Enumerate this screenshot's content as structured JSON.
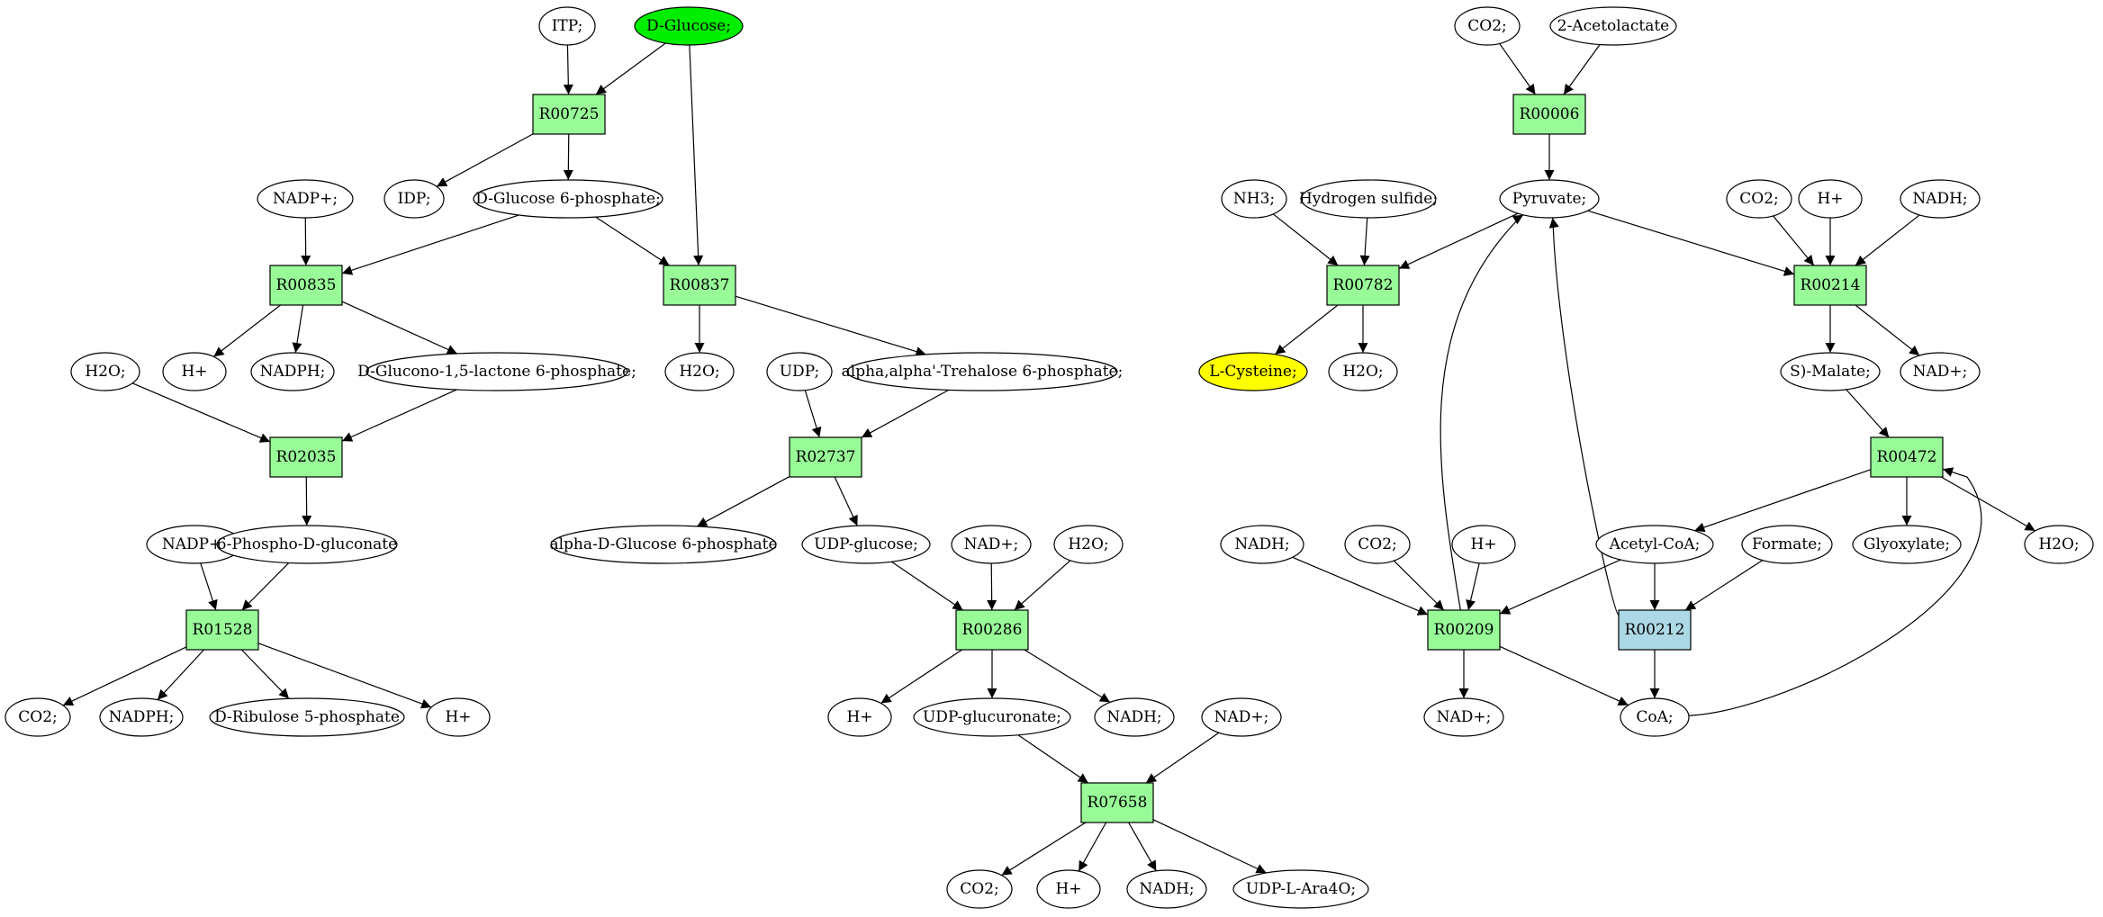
{
  "colors": {
    "reaction": "#98fb98",
    "reaction_alt": "#add8e6",
    "highlight_green": "#00ee00",
    "highlight_yellow": "#ffff00",
    "compound": "#ffffff",
    "stroke": "#000000"
  },
  "nodes": [
    {
      "id": "c_itp",
      "label": "ITP;",
      "kind": "compound"
    },
    {
      "id": "c_dglucose",
      "label": "D-Glucose;",
      "kind": "compound",
      "fill": "highlight_green"
    },
    {
      "id": "r00725",
      "label": "R00725",
      "kind": "reaction"
    },
    {
      "id": "c_idp",
      "label": "IDP;",
      "kind": "compound"
    },
    {
      "id": "c_g6p",
      "label": "D-Glucose 6-phosphate;",
      "kind": "compound"
    },
    {
      "id": "c_nadp1",
      "label": "NADP+;",
      "kind": "compound"
    },
    {
      "id": "r00835",
      "label": "R00835",
      "kind": "reaction"
    },
    {
      "id": "r00837",
      "label": "R00837",
      "kind": "reaction"
    },
    {
      "id": "c_h1",
      "label": "H+",
      "kind": "compound"
    },
    {
      "id": "c_nadph1",
      "label": "NADPH;",
      "kind": "compound"
    },
    {
      "id": "c_glucono",
      "label": "D-Glucono-1,5-lactone 6-phosphate;",
      "kind": "compound"
    },
    {
      "id": "c_h2o1",
      "label": "H2O;",
      "kind": "compound"
    },
    {
      "id": "c_h2o2",
      "label": "H2O;",
      "kind": "compound"
    },
    {
      "id": "c_udp",
      "label": "UDP;",
      "kind": "compound"
    },
    {
      "id": "c_trehalose",
      "label": "alpha,alpha'-Trehalose 6-phosphate;",
      "kind": "compound"
    },
    {
      "id": "r02035",
      "label": "R02035",
      "kind": "reaction"
    },
    {
      "id": "r02737",
      "label": "R02737",
      "kind": "reaction"
    },
    {
      "id": "c_nadp2",
      "label": "NADP+;",
      "kind": "compound"
    },
    {
      "id": "c_6pg",
      "label": "6-Phospho-D-gluconate",
      "kind": "compound"
    },
    {
      "id": "c_adg6p",
      "label": "alpha-D-Glucose 6-phosphate",
      "kind": "compound"
    },
    {
      "id": "c_udpglc",
      "label": "UDP-glucose;",
      "kind": "compound"
    },
    {
      "id": "c_nad1",
      "label": "NAD+;",
      "kind": "compound"
    },
    {
      "id": "c_h2o3",
      "label": "H2O;",
      "kind": "compound"
    },
    {
      "id": "r01528",
      "label": "R01528",
      "kind": "reaction"
    },
    {
      "id": "r00286",
      "label": "R00286",
      "kind": "reaction"
    },
    {
      "id": "c_co2_1",
      "label": "CO2;",
      "kind": "compound"
    },
    {
      "id": "c_nadph2",
      "label": "NADPH;",
      "kind": "compound"
    },
    {
      "id": "c_ribulose",
      "label": "D-Ribulose 5-phosphate",
      "kind": "compound"
    },
    {
      "id": "c_h2",
      "label": "H+",
      "kind": "compound"
    },
    {
      "id": "c_h3",
      "label": "H+",
      "kind": "compound"
    },
    {
      "id": "c_udpglcur",
      "label": "UDP-glucuronate;",
      "kind": "compound"
    },
    {
      "id": "c_nadh1",
      "label": "NADH;",
      "kind": "compound"
    },
    {
      "id": "c_nad2",
      "label": "NAD+;",
      "kind": "compound"
    },
    {
      "id": "r07658",
      "label": "R07658",
      "kind": "reaction"
    },
    {
      "id": "c_co2_2",
      "label": "CO2;",
      "kind": "compound"
    },
    {
      "id": "c_h4",
      "label": "H+",
      "kind": "compound"
    },
    {
      "id": "c_nadh2",
      "label": "NADH;",
      "kind": "compound"
    },
    {
      "id": "c_udpara",
      "label": "UDP-L-Ara4O;",
      "kind": "compound"
    },
    {
      "id": "c_co2_3",
      "label": "CO2;",
      "kind": "compound"
    },
    {
      "id": "c_acetolactate",
      "label": "2-Acetolactate",
      "kind": "compound"
    },
    {
      "id": "r00006",
      "label": "R00006",
      "kind": "reaction"
    },
    {
      "id": "c_nh3",
      "label": "NH3;",
      "kind": "compound"
    },
    {
      "id": "c_h2s",
      "label": "Hydrogen sulfide;",
      "kind": "compound"
    },
    {
      "id": "c_pyruvate",
      "label": "Pyruvate;",
      "kind": "compound"
    },
    {
      "id": "c_co2_4",
      "label": "CO2;",
      "kind": "compound"
    },
    {
      "id": "c_h5",
      "label": "H+",
      "kind": "compound"
    },
    {
      "id": "c_nadh3",
      "label": "NADH;",
      "kind": "compound"
    },
    {
      "id": "r00782",
      "label": "R00782",
      "kind": "reaction"
    },
    {
      "id": "r00214",
      "label": "R00214",
      "kind": "reaction"
    },
    {
      "id": "c_lcys",
      "label": "L-Cysteine;",
      "kind": "compound",
      "fill": "highlight_yellow"
    },
    {
      "id": "c_h2o4",
      "label": "H2O;",
      "kind": "compound"
    },
    {
      "id": "c_malate",
      "label": "S)-Malate;",
      "kind": "compound"
    },
    {
      "id": "c_nad3",
      "label": "NAD+;",
      "kind": "compound"
    },
    {
      "id": "r00472",
      "label": "R00472",
      "kind": "reaction"
    },
    {
      "id": "c_nadh4",
      "label": "NADH;",
      "kind": "compound"
    },
    {
      "id": "c_co2_5",
      "label": "CO2;",
      "kind": "compound"
    },
    {
      "id": "c_h6",
      "label": "H+",
      "kind": "compound"
    },
    {
      "id": "c_acetylcoa",
      "label": "Acetyl-CoA;",
      "kind": "compound"
    },
    {
      "id": "c_formate",
      "label": "Formate;",
      "kind": "compound"
    },
    {
      "id": "c_glyoxylate",
      "label": "Glyoxylate;",
      "kind": "compound"
    },
    {
      "id": "c_h2o5",
      "label": "H2O;",
      "kind": "compound"
    },
    {
      "id": "r00209",
      "label": "R00209",
      "kind": "reaction"
    },
    {
      "id": "r00212",
      "label": "R00212",
      "kind": "reaction",
      "fill": "reaction_alt"
    },
    {
      "id": "c_nad4",
      "label": "NAD+;",
      "kind": "compound"
    },
    {
      "id": "c_coa",
      "label": "CoA;",
      "kind": "compound"
    }
  ],
  "edges": [
    [
      "c_itp",
      "r00725"
    ],
    [
      "c_dglucose",
      "r00725"
    ],
    [
      "c_dglucose",
      "r00837"
    ],
    [
      "r00725",
      "c_idp"
    ],
    [
      "r00725",
      "c_g6p"
    ],
    [
      "c_nadp1",
      "r00835"
    ],
    [
      "c_g6p",
      "r00835"
    ],
    [
      "c_g6p",
      "r00837"
    ],
    [
      "r00835",
      "c_h1"
    ],
    [
      "r00835",
      "c_nadph1"
    ],
    [
      "r00835",
      "c_glucono"
    ],
    [
      "r00837",
      "c_h2o2"
    ],
    [
      "r00837",
      "c_trehalose"
    ],
    [
      "c_h2o1",
      "r02035"
    ],
    [
      "c_glucono",
      "r02035"
    ],
    [
      "r02035",
      "c_6pg"
    ],
    [
      "c_udp",
      "r02737"
    ],
    [
      "c_trehalose",
      "r02737"
    ],
    [
      "r02737",
      "c_adg6p"
    ],
    [
      "r02737",
      "c_udpglc"
    ],
    [
      "c_nadp2",
      "r01528"
    ],
    [
      "c_6pg",
      "r01528"
    ],
    [
      "r01528",
      "c_co2_1"
    ],
    [
      "r01528",
      "c_nadph2"
    ],
    [
      "r01528",
      "c_ribulose"
    ],
    [
      "r01528",
      "c_h2"
    ],
    [
      "c_udpglc",
      "r00286"
    ],
    [
      "c_nad1",
      "r00286"
    ],
    [
      "c_h2o3",
      "r00286"
    ],
    [
      "r00286",
      "c_h3"
    ],
    [
      "r00286",
      "c_udpglcur"
    ],
    [
      "r00286",
      "c_nadh1"
    ],
    [
      "c_udpglcur",
      "r07658"
    ],
    [
      "c_nad2",
      "r07658"
    ],
    [
      "r07658",
      "c_co2_2"
    ],
    [
      "r07658",
      "c_h4"
    ],
    [
      "r07658",
      "c_nadh2"
    ],
    [
      "r07658",
      "c_udpara"
    ],
    [
      "c_co2_3",
      "r00006"
    ],
    [
      "c_acetolactate",
      "r00006"
    ],
    [
      "r00006",
      "c_pyruvate"
    ],
    [
      "c_nh3",
      "r00782"
    ],
    [
      "c_h2s",
      "r00782"
    ],
    [
      "c_pyruvate",
      "r00782"
    ],
    [
      "r00782",
      "c_lcys"
    ],
    [
      "r00782",
      "c_h2o4"
    ],
    [
      "c_pyruvate",
      "r00214"
    ],
    [
      "c_co2_4",
      "r00214"
    ],
    [
      "c_h5",
      "r00214"
    ],
    [
      "c_nadh3",
      "r00214"
    ],
    [
      "r00214",
      "c_malate"
    ],
    [
      "r00214",
      "c_nad3"
    ],
    [
      "c_malate",
      "r00472"
    ],
    [
      "r00472",
      "c_acetylcoa"
    ],
    [
      "r00472",
      "c_glyoxylate"
    ],
    [
      "r00472",
      "c_h2o5"
    ],
    [
      "c_nadh4",
      "r00209"
    ],
    [
      "c_co2_5",
      "r00209"
    ],
    [
      "c_h6",
      "r00209"
    ],
    [
      "c_acetylcoa",
      "r00209"
    ],
    [
      "r00209",
      "c_pyruvate"
    ],
    [
      "r00209",
      "c_nad4"
    ],
    [
      "r00209",
      "c_coa"
    ],
    [
      "c_acetylcoa",
      "r00212"
    ],
    [
      "c_formate",
      "r00212"
    ],
    [
      "r00212",
      "c_pyruvate"
    ],
    [
      "r00212",
      "c_coa"
    ],
    [
      "c_coa",
      "r00472"
    ]
  ]
}
